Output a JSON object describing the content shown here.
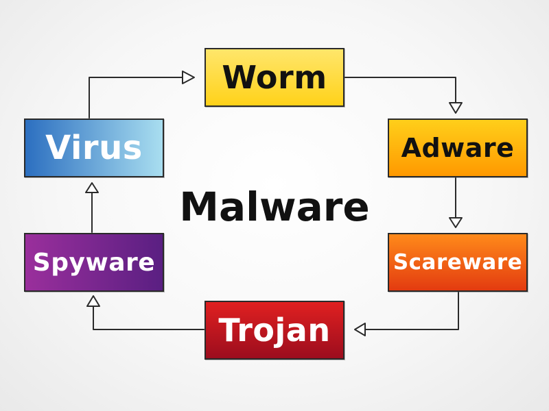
{
  "diagram": {
    "center_title": "Malware",
    "nodes": [
      {
        "id": "worm",
        "label": "Worm",
        "colors": [
          "#ffe66b",
          "#ffd21a"
        ]
      },
      {
        "id": "adware",
        "label": "Adware",
        "colors": [
          "#ffcf1a",
          "#ff9900"
        ]
      },
      {
        "id": "scareware",
        "label": "Scareware",
        "colors": [
          "#ff8a1a",
          "#e33b10"
        ]
      },
      {
        "id": "trojan",
        "label": "Trojan",
        "colors": [
          "#e02020",
          "#9c0d1e"
        ]
      },
      {
        "id": "spyware",
        "label": "Spyware",
        "colors": [
          "#9a2f9c",
          "#5a1f82"
        ]
      },
      {
        "id": "virus",
        "label": "Virus",
        "colors": [
          "#2c6fc0",
          "#a9def0"
        ]
      }
    ],
    "edges": [
      {
        "from": "worm",
        "to": "adware"
      },
      {
        "from": "adware",
        "to": "scareware"
      },
      {
        "from": "scareware",
        "to": "trojan"
      },
      {
        "from": "trojan",
        "to": "spyware"
      },
      {
        "from": "spyware",
        "to": "virus"
      },
      {
        "from": "virus",
        "to": "worm"
      }
    ]
  }
}
